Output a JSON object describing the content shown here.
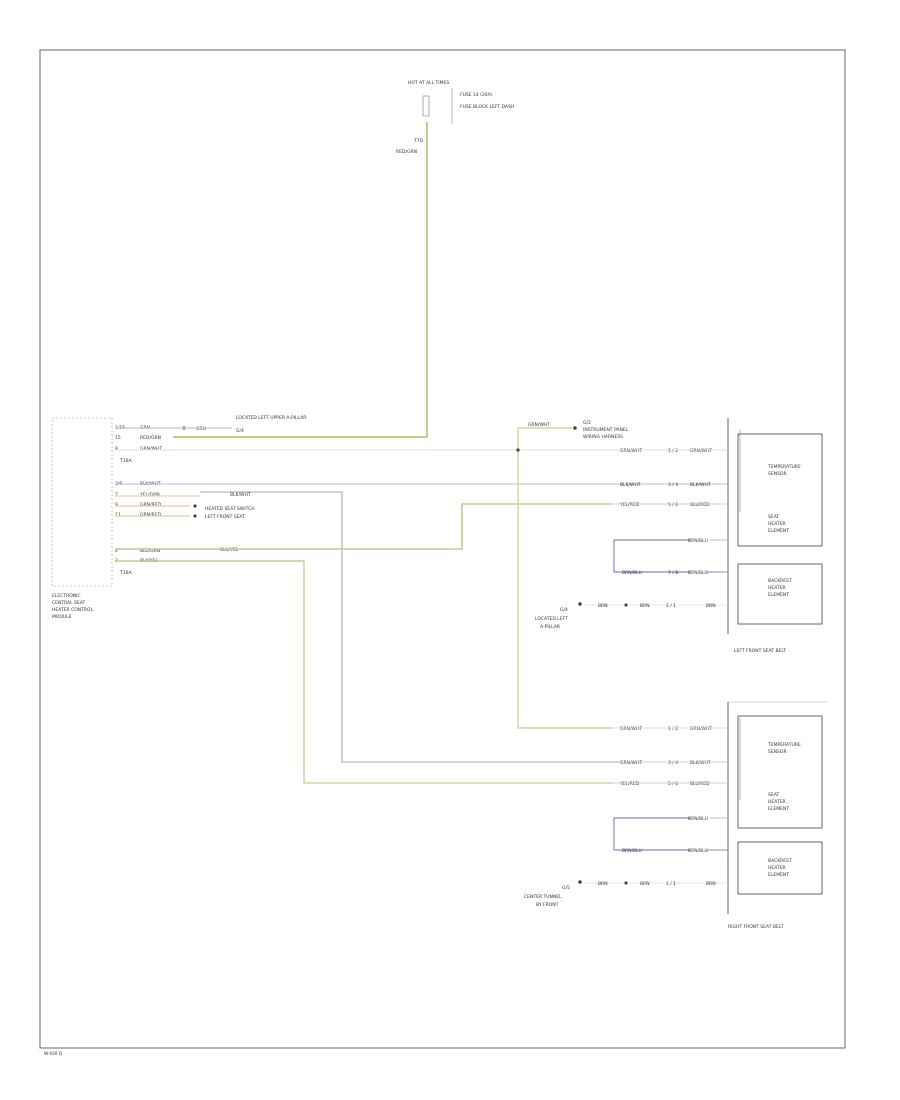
{
  "diagram": {
    "footer_id": "W-6/8 Q",
    "colors": {
      "frame": "#555555",
      "wire_yel_grn": "#d8c98a",
      "wire_grn_yel": "#b9cf8a",
      "wire_grey": "#9aa0a8",
      "wire_grn_wht": "#b7d68c",
      "wire_blu_vio": "#8b83c6",
      "wire_blk_wht": "#9aa0a8",
      "wire_light": "#e2e4e8"
    },
    "top_fuse": {
      "title": "HOT AT ALL TIMES",
      "fuse": "FUSE 14 (20A)",
      "location": "FUSE BLOCK LEFT DASH",
      "conn": "T7D",
      "wire_label": "RED/GRN"
    },
    "ecu": {
      "name_line1": "ELECTRONIC",
      "name_line2": "CENTRAL SEAT",
      "name_line3": "HEATER CONTROL",
      "name_line4": "MODULE",
      "connector": "T16A",
      "pins": [
        {
          "pin": "1/16",
          "wire": "GRN"
        },
        {
          "pin": "15",
          "wire": "RED/GRN"
        },
        {
          "pin": "8",
          "wire": "GRN/WHT"
        },
        {
          "pin": "2/6",
          "wire": "BLK/WHT"
        },
        {
          "pin": "7",
          "wire": "YEL/GRN"
        },
        {
          "pin": "9",
          "wire": "GRN/RED"
        },
        {
          "pin": "11",
          "wire": "GRN/RED"
        },
        {
          "pin": "4",
          "wire": "BLU/GRN"
        },
        {
          "pin": "3",
          "wire": "BLK/YEL"
        }
      ],
      "ground_note": "LOCATED LEFT UPPER A-PILLAR",
      "ground_id": "G/4",
      "splice_note_1": "HEATED SEAT SWITCH",
      "splice_note_2": "LEFT FRONT SEAT",
      "bottom_conn": "T16A"
    },
    "splice_top": {
      "label": "GRN/WHT",
      "conn_line1": "G/2",
      "conn_line2": "INSTRUMENT PANEL",
      "conn_line3": "WIRING HARNESS"
    },
    "left_seat": {
      "title": "LEFT FRONT SEAT BELT",
      "box1": [
        "TEMPERATURE",
        "SENSOR"
      ],
      "box2": [
        "SEAT",
        "HEATER",
        "ELEMENT"
      ],
      "box3": [
        "BACKREST",
        "HEATER",
        "ELEMENT"
      ],
      "wires": [
        {
          "in": "GRN/WHT",
          "pin": "1 / 2",
          "out": "GRN/WHT"
        },
        {
          "in": "BLK/WHT",
          "pin": "3 / 4",
          "out": "BLK/WHT"
        },
        {
          "in": "YEL/RED",
          "pin": "5 / 6",
          "out": "BLU/RED"
        },
        {
          "in": "",
          "pin": "",
          "out": "BRN/BLU"
        },
        {
          "in": "BRN/BLU",
          "pin": "7 / 8",
          "out": "BRN/BLU"
        },
        {
          "in": "BRN",
          "pin": "1 / 1",
          "out": "BRN"
        }
      ],
      "ground_id": "G/4",
      "ground_note_1": "LOCATED LEFT",
      "ground_note_2": "A-PILLAR"
    },
    "right_seat": {
      "title": "RIGHT FRONT SEAT BELT",
      "box1": [
        "TEMPERATURE",
        "SENSOR"
      ],
      "box2": [
        "SEAT",
        "HEATER",
        "ELEMENT"
      ],
      "box3": [
        "BACKREST",
        "HEATER",
        "ELEMENT"
      ],
      "wires": [
        {
          "in": "GRN/WHT",
          "pin": "1 / 2",
          "out": "GRN/WHT"
        },
        {
          "in": "GRN/WHT",
          "pin": "3 / 4",
          "out": "BLK/WHT"
        },
        {
          "in": "YEL/RED",
          "pin": "5 / 6",
          "out": "BLU/RED"
        },
        {
          "in": "",
          "pin": "",
          "out": "BRN/BLU"
        },
        {
          "in": "BRN/BLU",
          "pin": "",
          "out": "BRN/BLU"
        },
        {
          "in": "BRN",
          "pin": "1 / 1",
          "out": "BRN"
        }
      ],
      "ground_id": "G/5",
      "ground_note_1": "CENTER TUNNEL",
      "ground_note_2": "BY FRONT"
    }
  }
}
